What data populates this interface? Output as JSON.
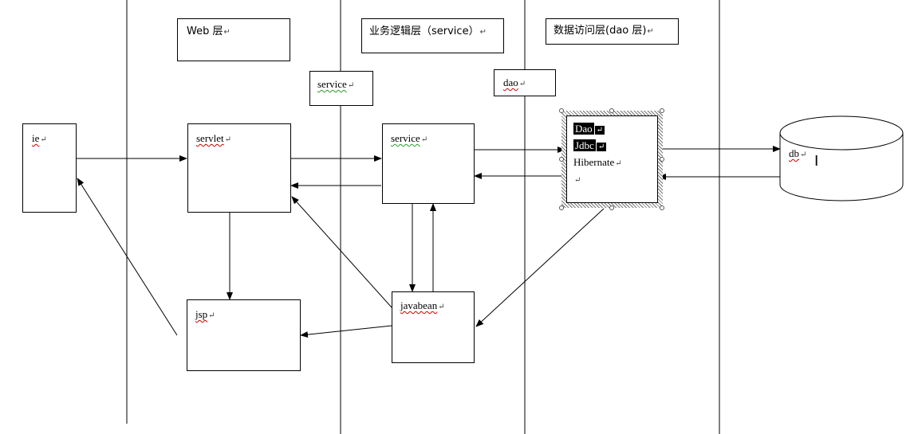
{
  "layers": {
    "web": "Web 层",
    "service": "业务逻辑层（service）",
    "dao": "数据访问层(dao 层)"
  },
  "tags": {
    "service": "service",
    "dao": "dao"
  },
  "nodes": {
    "ie": "ie",
    "servlet": "servlet",
    "service": "service",
    "jsp": "jsp",
    "javabean": "javabean",
    "db": "db"
  },
  "dao_box": {
    "line1": "Dao",
    "line2": "Jdbc",
    "line3": "Hibernate"
  },
  "paragraph_mark": "↵",
  "icons": {
    "cursor": "text-cursor-icon"
  }
}
